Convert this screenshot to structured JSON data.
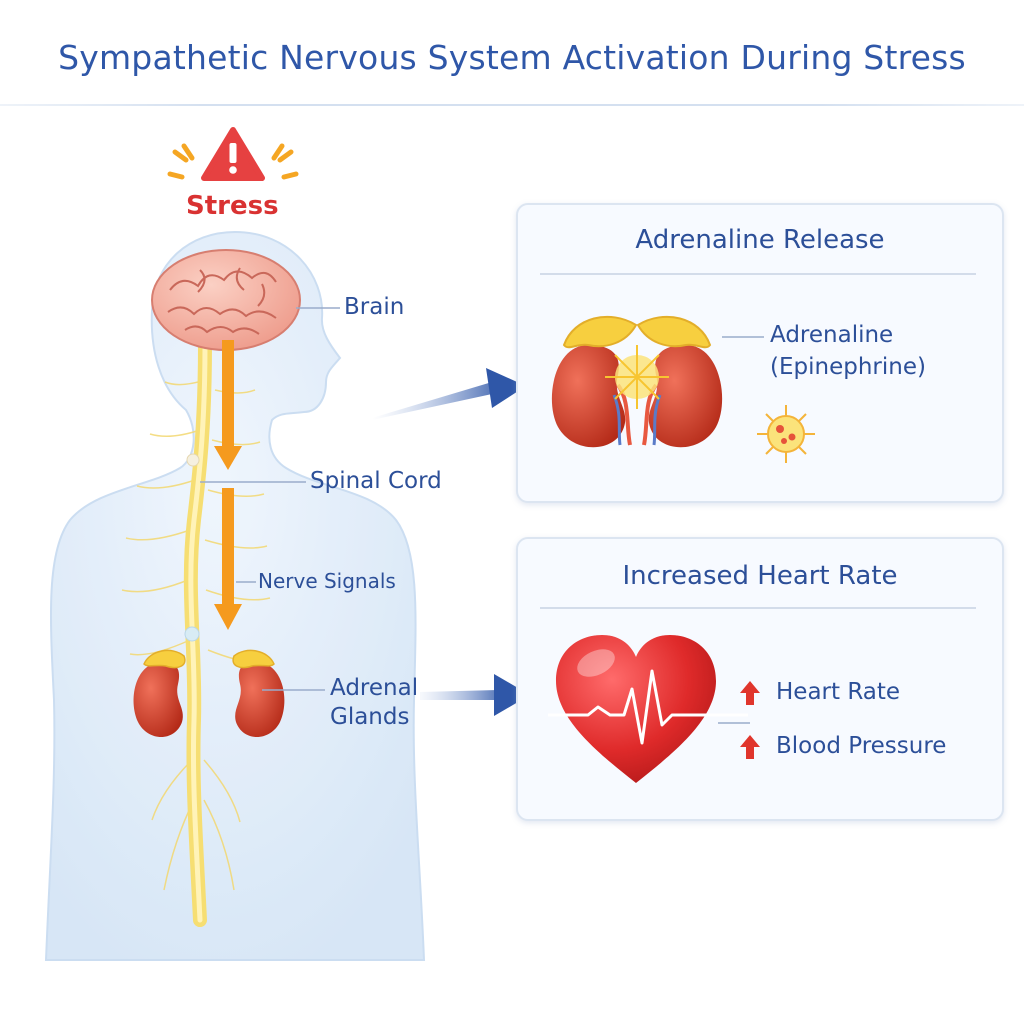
{
  "title": "Sympathetic Nervous System Activation During Stress",
  "stress_label": "Stress",
  "body_labels": {
    "brain": "Brain",
    "spinal_cord": "Spinal Cord",
    "nerve_signals": "Nerve Signals",
    "adrenal_line1": "Adrenal",
    "adrenal_line2": "Glands"
  },
  "panel_adrenaline": {
    "title": "Adrenaline Release",
    "label_line1": "Adrenaline",
    "label_line2": "(Epinephrine)"
  },
  "panel_heart": {
    "title": "Increased Heart Rate",
    "items": [
      "Heart Rate",
      "Blood Pressure"
    ]
  },
  "colors": {
    "title": "#2f57a8",
    "label": "#2c4f98",
    "stress": "#d93232",
    "arrow": "#f59a1e",
    "nerve": "#f6de72",
    "kidney": "#c83a22",
    "heart": "#d92a2a"
  },
  "icons": [
    "warning-icon",
    "brain-icon",
    "spinal-cord-icon",
    "kidney-icon",
    "adrenaline-molecule-icon",
    "heart-icon",
    "pulse-line-icon",
    "up-arrow-icon"
  ]
}
